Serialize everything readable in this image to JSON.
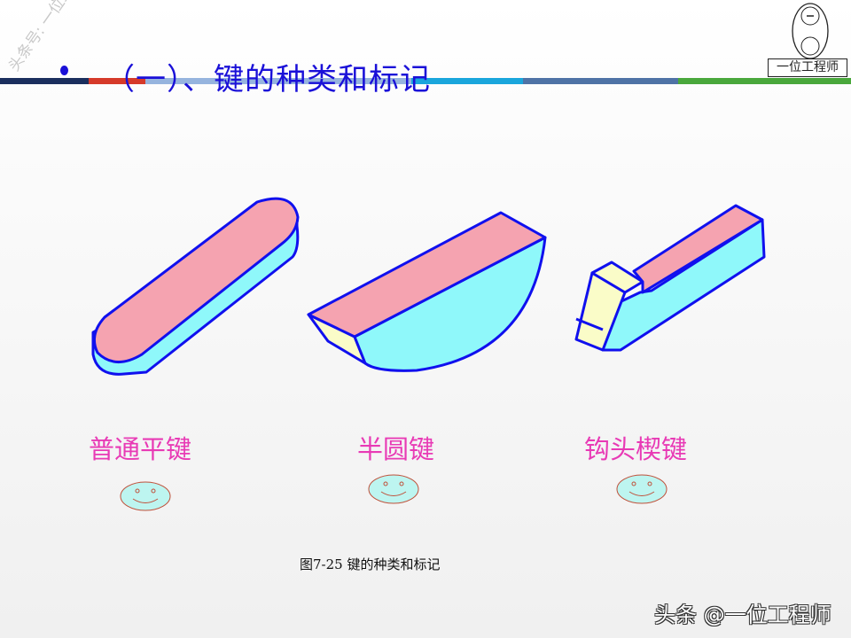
{
  "header": {
    "title": "（一）、键的种类和标记",
    "watermark": "头条号: 一位工程师",
    "logo_text": "一位工程师",
    "bar_colors": [
      "#1b2f5e",
      "#d63a2a",
      "#96b4de",
      "#1aa6dc",
      "#4f73a6",
      "#4aa83c"
    ]
  },
  "keys": [
    {
      "label": "普通平键"
    },
    {
      "label": "半圆键"
    },
    {
      "label": "钩头楔键"
    }
  ],
  "colors": {
    "outline": "#1010ee",
    "top": "#f5a3b0",
    "side": "#8ff8fa",
    "end": "#fafcc8",
    "label": "#e83ab5"
  },
  "caption": "图7-25  键的种类和标记",
  "credit": "头条 @一位工程师"
}
